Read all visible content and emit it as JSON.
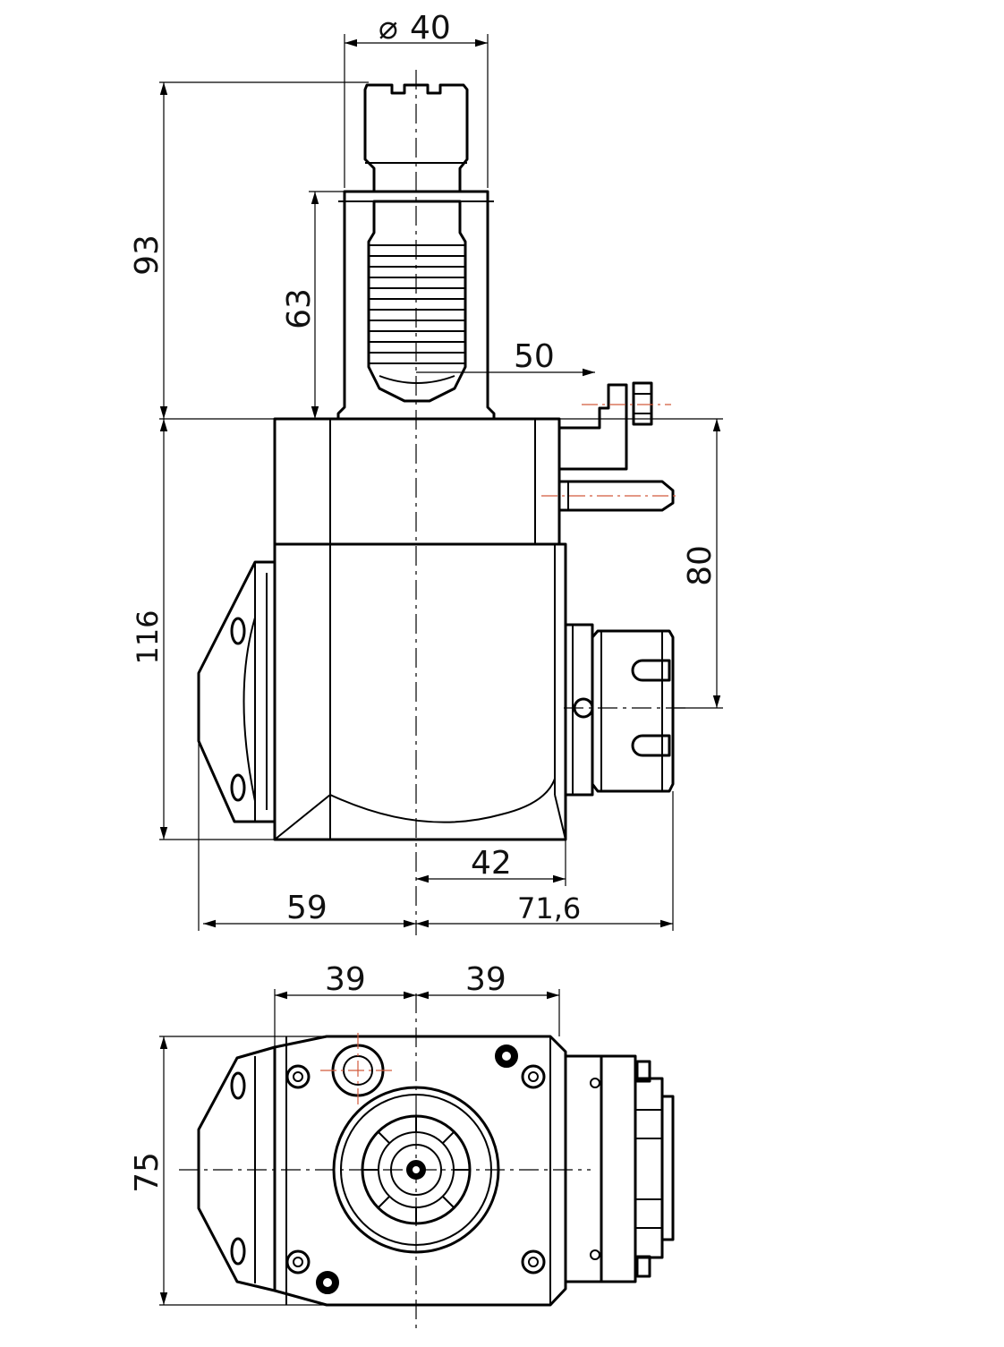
{
  "dimensions": {
    "top_diameter": "40",
    "overall_upper_height": "93",
    "shank_height": "63",
    "offset_horizontal": "50",
    "body_height": "116",
    "side_spindle_height": "80",
    "right_offset_short": "42",
    "left_width": "59",
    "right_width": "71,6",
    "bottom_left_half": "39",
    "bottom_right_half": "39",
    "bottom_height": "75"
  },
  "symbols": {
    "diameter": "⌀"
  },
  "colors": {
    "line": "#000000",
    "centerline_accent": "#d25a3c",
    "background": "#ffffff"
  }
}
